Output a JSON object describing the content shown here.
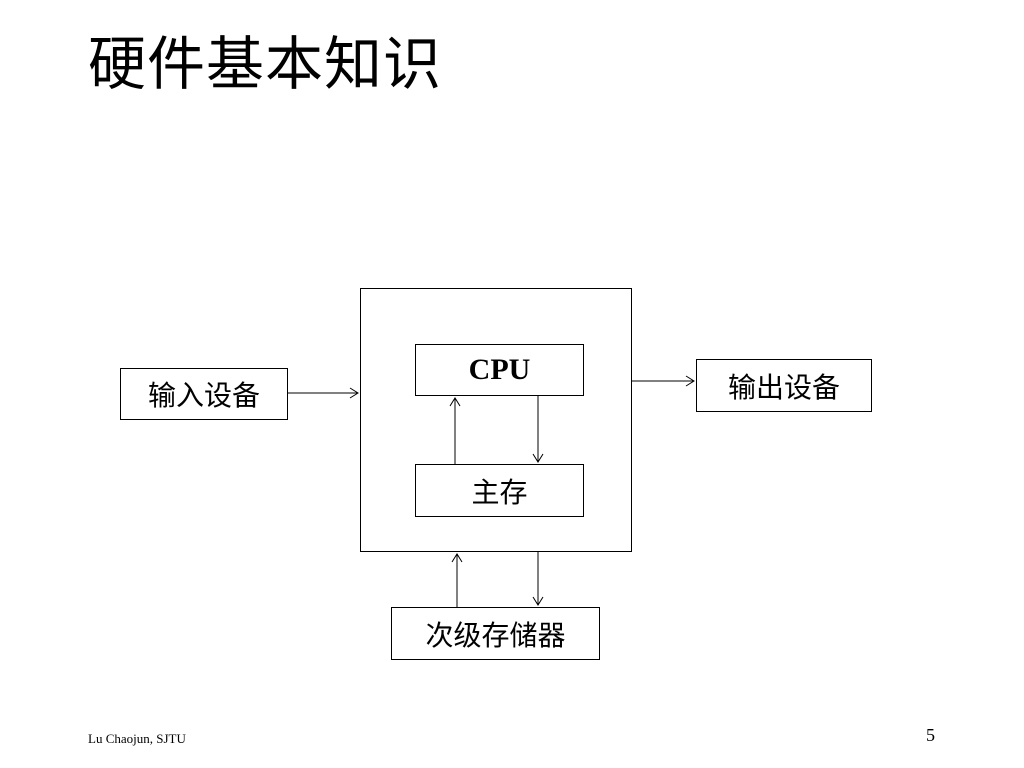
{
  "slide": {
    "title": "硬件基本知识",
    "footer_left": "Lu Chaojun, SJTU",
    "page_number": "5"
  },
  "diagram": {
    "input_device": "输入设备",
    "cpu": "CPU",
    "main_memory": "主存",
    "output_device": "输出设备",
    "secondary_storage": "次级存储器"
  }
}
